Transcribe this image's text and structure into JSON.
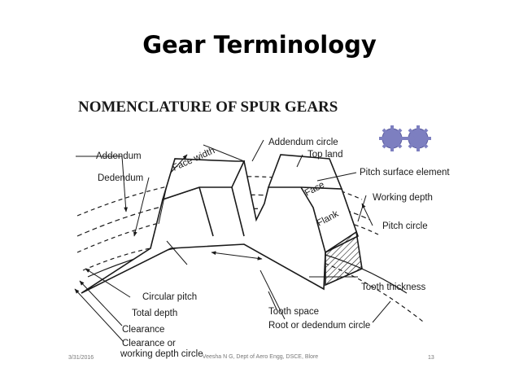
{
  "slide": {
    "title": "Gear Terminology",
    "footer": {
      "date": "3/31/2016",
      "author": "Veesha N G, Dept of Aero Engg, DSCE, Blore",
      "page": "13"
    }
  },
  "diagram": {
    "heading": "NOMENCLATURE OF SPUR GEARS",
    "labels": {
      "addendum": "Addendum",
      "dedendum": "Dedendum",
      "face_width": "Face width",
      "addendum_circle": "Addendum circle",
      "top_land": "Top land",
      "pitch_surface_element": "Pitch surface element",
      "face": "Face",
      "flank": "Flank",
      "working_depth": "Working depth",
      "pitch_circle": "Pitch circle",
      "circular_pitch": "Circular pitch",
      "tooth_thickness": "Tooth thickness",
      "total_depth": "Total depth",
      "tooth_space": "Tooth space",
      "clearance": "Clearance",
      "root_circle": "Root or dedendum circle",
      "clearance_or": "Clearance or",
      "working_depth_circle": "working depth circle"
    },
    "colors": {
      "gear_icon": "#7d7fc0",
      "line": "#1a1a1a"
    }
  }
}
